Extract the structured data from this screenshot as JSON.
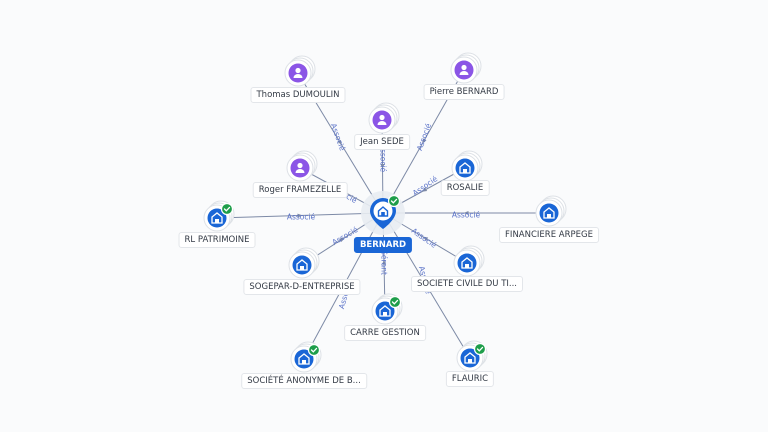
{
  "center": {
    "label": "BERNARD",
    "icon": "company-icon",
    "verified": true
  },
  "nodes": [
    {
      "id": "thomas-dumoulin",
      "label": "Thomas DUMOULIN",
      "type": "person",
      "verified": false,
      "edge": "Associé"
    },
    {
      "id": "pierre-bernard",
      "label": "Pierre BERNARD",
      "type": "person",
      "verified": false,
      "edge": "Associé"
    },
    {
      "id": "jean-sede",
      "label": "Jean SEDE",
      "type": "person",
      "verified": false,
      "edge": "Associé"
    },
    {
      "id": "roger-framezelle",
      "label": "Roger FRAMEZELLE",
      "type": "person",
      "verified": false,
      "edge": "Associé"
    },
    {
      "id": "rosalie",
      "label": "ROSALIE",
      "type": "company",
      "verified": false,
      "edge": "Associé"
    },
    {
      "id": "rl-patrimoine",
      "label": "RL PATRIMOINE",
      "type": "company",
      "verified": true,
      "edge": "Associé"
    },
    {
      "id": "financiere-arpege",
      "label": "FINANCIERE ARPEGE",
      "type": "company",
      "verified": false,
      "edge": "Associé"
    },
    {
      "id": "sogepar",
      "label": "SOGEPAR-D-ENTREPRISE",
      "type": "company",
      "verified": false,
      "edge": "Associé"
    },
    {
      "id": "societe-civile",
      "label": "SOCIETE CIVILE DU TI...",
      "type": "company",
      "verified": false,
      "edge": "Associé"
    },
    {
      "id": "carre-gestion",
      "label": "CARRE GESTION",
      "type": "company",
      "verified": true,
      "edge": "Gérant"
    },
    {
      "id": "societe-anonyme",
      "label": "SOCIÉTÉ ANONYME DE B...",
      "type": "company",
      "verified": true,
      "edge": "Associé"
    },
    {
      "id": "flauric",
      "label": "FLAURIC",
      "type": "company",
      "verified": true,
      "edge": "Associé"
    }
  ],
  "colors": {
    "person": "#8b55e6",
    "company": "#1a66d6",
    "verified": "#1e9e4a",
    "edge": "#7d8aa6",
    "edge_label": "#5a72c8"
  }
}
